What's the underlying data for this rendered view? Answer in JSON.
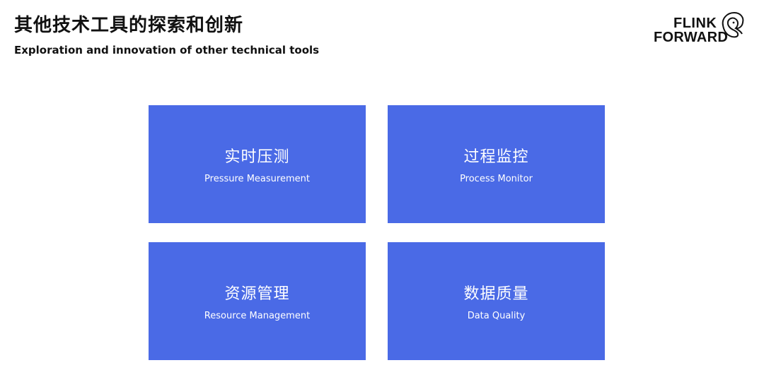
{
  "header": {
    "title_cn": "其他技术工具的探索和创新",
    "title_en": "Exploration and innovation of other technical tools"
  },
  "logo": {
    "line1": "FLINK",
    "line2": "FORWARD",
    "icon": "squirrel-icon"
  },
  "cards": [
    {
      "title_cn": "实时压测",
      "title_en": "Pressure Measurement"
    },
    {
      "title_cn": "过程监控",
      "title_en": "Process Monitor"
    },
    {
      "title_cn": "资源管理",
      "title_en": "Resource Management"
    },
    {
      "title_cn": "数据质量",
      "title_en": "Data Quality"
    }
  ],
  "colors": {
    "card_background": "#4a6ae6",
    "text_dark": "#111111",
    "card_text": "#ffffff"
  }
}
